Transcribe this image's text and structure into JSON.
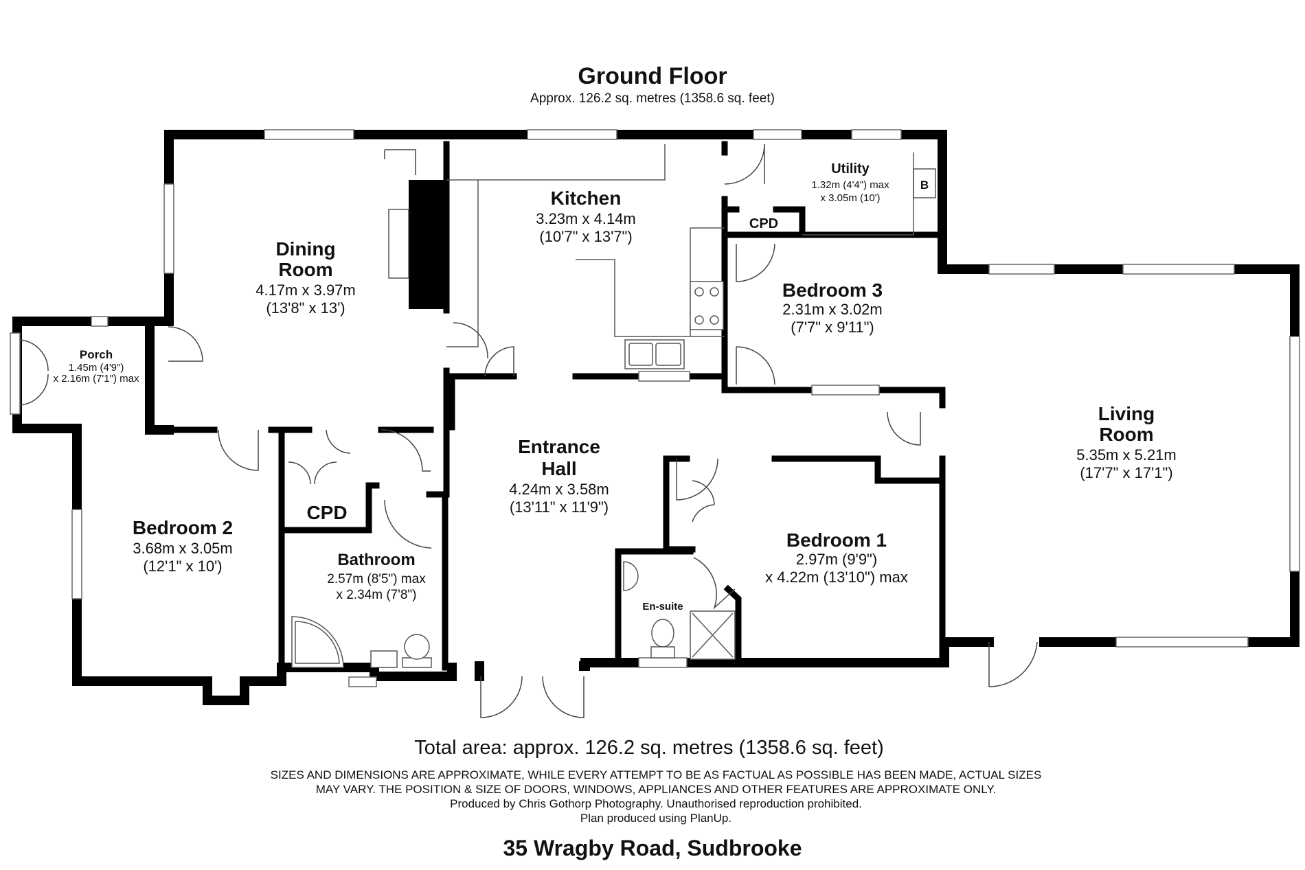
{
  "header": {
    "title": "Ground Floor",
    "subtitle": "Approx. 126.2 sq. metres (1358.6 sq. feet)"
  },
  "rooms": {
    "dining": {
      "name_line1": "Dining",
      "name_line2": "Room",
      "dim_metric": "4.17m x 3.97m",
      "dim_imperial": "(13'8\" x 13')"
    },
    "kitchen": {
      "name": "Kitchen",
      "dim_metric": "3.23m x 4.14m",
      "dim_imperial": "(10'7\" x 13'7\")"
    },
    "utility": {
      "name": "Utility",
      "dim_line1": "1.32m (4'4\") max",
      "dim_line2": "x 3.05m (10')",
      "boiler_label": "B"
    },
    "cpd_upper": {
      "name": "CPD"
    },
    "bedroom3": {
      "name": "Bedroom 3",
      "dim_metric": "2.31m x 3.02m",
      "dim_imperial": "(7'7\" x 9'11\")"
    },
    "porch": {
      "name": "Porch",
      "dim_line1": "1.45m (4'9\")",
      "dim_line2": "x 2.16m (7'1\") max"
    },
    "living": {
      "name_line1": "Living",
      "name_line2": "Room",
      "dim_metric": "5.35m x 5.21m",
      "dim_imperial": "(17'7\" x 17'1\")"
    },
    "hall": {
      "name_line1": "Entrance",
      "name_line2": "Hall",
      "dim_metric": "4.24m x 3.58m",
      "dim_imperial": "(13'11\" x 11'9\")"
    },
    "bedroom2": {
      "name": "Bedroom 2",
      "dim_metric": "3.68m x 3.05m",
      "dim_imperial": "(12'1\" x 10')"
    },
    "cpd_lower": {
      "name": "CPD"
    },
    "bathroom": {
      "name": "Bathroom",
      "dim_line1": "2.57m (8'5\") max",
      "dim_line2": "x 2.34m (7'8\")"
    },
    "bedroom1": {
      "name": "Bedroom 1",
      "dim_line1": "2.97m (9'9\")",
      "dim_line2": "x 4.22m (13'10\") max"
    },
    "ensuite": {
      "name": "En-suite"
    }
  },
  "footer": {
    "total": "Total area: approx. 126.2 sq. metres (1358.6 sq. feet)",
    "disclaimer_line1": "SIZES AND DIMENSIONS ARE APPROXIMATE, WHILE EVERY ATTEMPT TO BE AS FACTUAL AS POSSIBLE HAS BEEN MADE, ACTUAL SIZES",
    "disclaimer_line2": "MAY VARY. THE POSITION & SIZE OF DOORS, WINDOWS, APPLIANCES AND OTHER FEATURES ARE APPROXIMATE ONLY.",
    "credit_line1": "Produced by Chris Gothorp Photography. Unauthorised reproduction prohibited.",
    "credit_line2": "Plan produced using PlanUp.",
    "address": "35 Wragby Road, Sudbrooke"
  }
}
